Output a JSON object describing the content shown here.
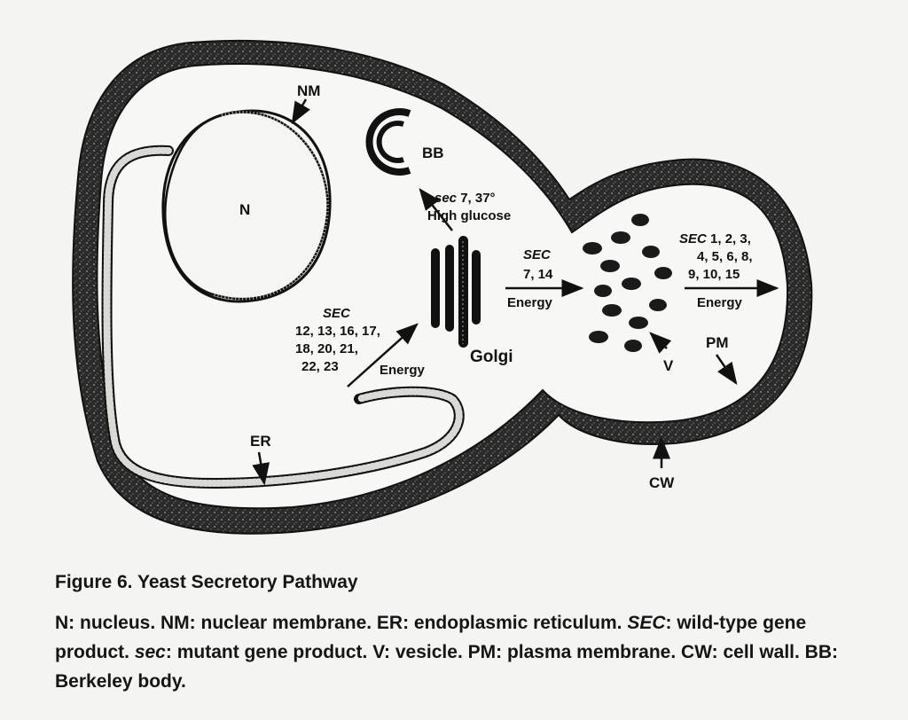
{
  "labels": {
    "nm": "NM",
    "n": "N",
    "bb": "BB",
    "er": "ER",
    "golgi": "Golgi",
    "v": "V",
    "pm": "PM",
    "cw": "CW"
  },
  "annotations": {
    "sec_mut_italic": "sec",
    "sec_mut_rest": " 7, 37°",
    "high_glucose": "High glucose",
    "sec_left_italic": "SEC",
    "sec_left_line1": "12, 13, 16, 17,",
    "sec_left_line2": "18, 20, 21,",
    "sec_left_line3": "22, 23",
    "energy_left": "Energy",
    "sec_mid_italic": "SEC",
    "sec_mid_line1": "7, 14",
    "energy_mid": "Energy",
    "sec_right_italic": "SEC",
    "sec_right_line0": " 1, 2, 3,",
    "sec_right_line1": "4, 5, 6, 8,",
    "sec_right_line2": "9, 10, 15",
    "energy_right": "Energy"
  },
  "caption": {
    "title": "Figure 6.  Yeast Secretory Pathway",
    "p1": "N: nucleus. NM: nuclear membrane. ER: endoplasmic reticulum. ",
    "p2_italic": "SEC",
    "p3": ": wild-type gene product. ",
    "p4_italic": "sec",
    "p5": ": mutant gene product. V: vesicle. PM: plasma membrane. CW: cell wall. BB: Berkeley body."
  }
}
